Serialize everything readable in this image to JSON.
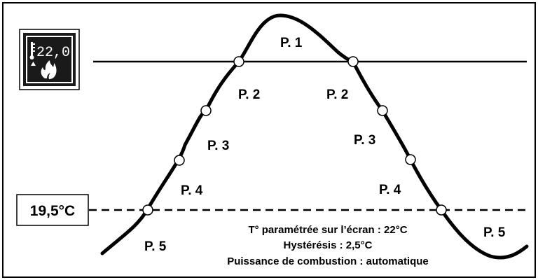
{
  "threshold_label": "19,5°C",
  "display_icon": {
    "name": "thermostat-display-icon",
    "reading": "22,0",
    "symbols": [
      "thermometer-icon",
      "arrow-up-icon",
      "flame-icon"
    ]
  },
  "phase_labels": {
    "p1": "P. 1",
    "p2": "P. 2",
    "p3": "P. 3",
    "p4": "P. 4",
    "p5": "P. 5"
  },
  "notes": [
    "T° paramétrée sur l’écran : 22°C",
    "Hystérésis : 2,5°C",
    "Puissance de combustion : automatique"
  ],
  "colors": {
    "line": "#000000",
    "background": "#ffffff",
    "display": "#1a1a1a"
  }
}
